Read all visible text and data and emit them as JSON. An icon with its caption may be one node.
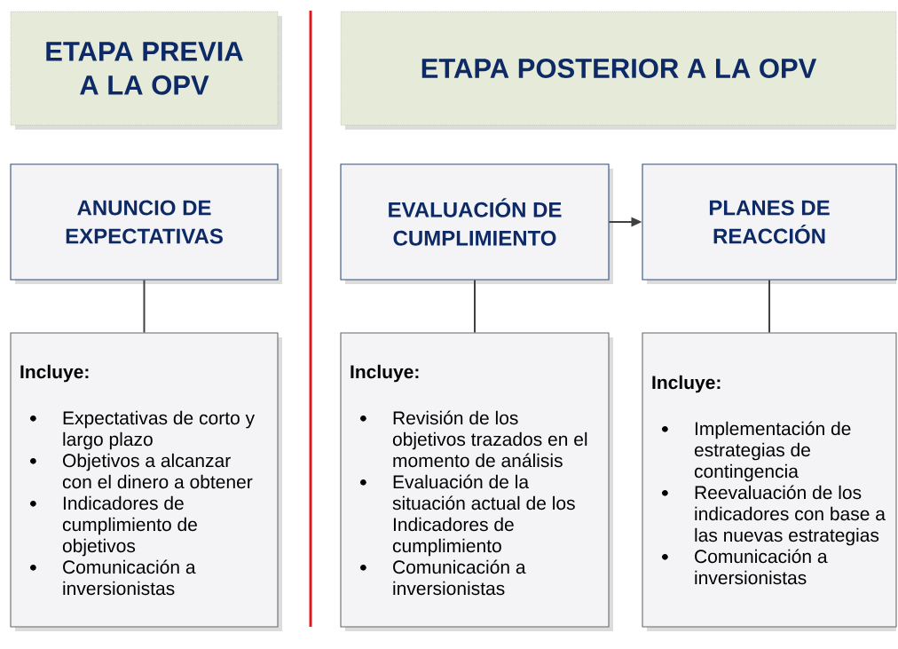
{
  "diagram": {
    "nodes": [
      {
        "text": [
          "ETAPA PREVIA A LA OPV"
        ]
      },
      {
        "text": [
          "ETAPA POSTERIOR A LA OPV"
        ]
      },
      {
        "text": [
          "ANUNCIO DE EXPECTATIVAS"
        ]
      },
      {
        "text": [
          "EVALUACIÓN DE CUMPLIMIENTO"
        ]
      },
      {
        "text": [
          "PLANES DE REACCIÓN"
        ]
      },
      {
        "text": [
          "Incluye:",
          "Expectativas de corto y largo plazo",
          "Objetivos a alcanzar con el dinero a obtener",
          "Indicadores de cumplimiento de objetivos",
          "Comunicación a inversionistas"
        ]
      },
      {
        "text": [
          "Incluye:",
          "Revisión de los objetivos trazados en el momento de análisis",
          "Evaluación de la situación actual de los Indicadores de cumplimiento",
          "Comunicación a inversionistas"
        ]
      },
      {
        "text": [
          "Incluye:",
          "Implementación de estrategias de contingencia",
          "Reevaluación de los indicadores con base a las nuevas estrategias",
          "Comunicación a inversionistas"
        ]
      }
    ],
    "edges": [
      {
        "from": 2,
        "to": 5,
        "arrow": "none"
      },
      {
        "from": 3,
        "to": 4,
        "arrow": "to"
      },
      {
        "from": 3,
        "to": 6,
        "arrow": "none"
      },
      {
        "from": 4,
        "to": 7,
        "arrow": "none"
      }
    ]
  }
}
